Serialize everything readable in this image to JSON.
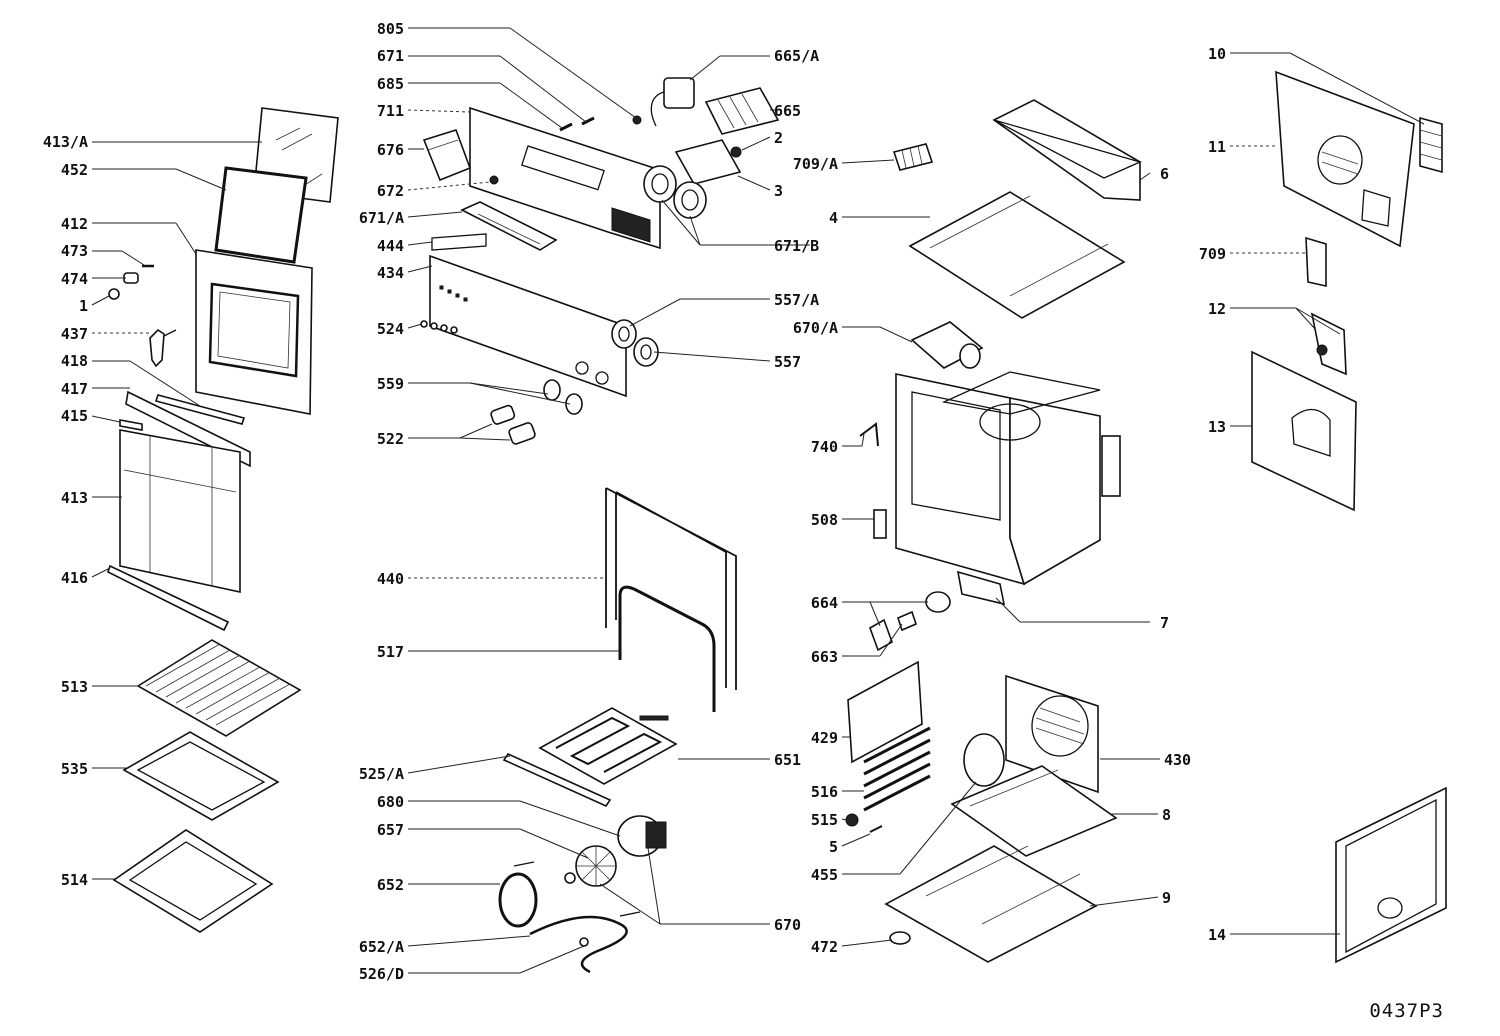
{
  "diagram_code": "0437P3",
  "labels": {
    "l413a": "413/A",
    "l452": "452",
    "l412": "412",
    "l473": "473",
    "l474": "474",
    "l1": "1",
    "l437": "437",
    "l418": "418",
    "l417": "417",
    "l415": "415",
    "l413": "413",
    "l416": "416",
    "l513": "513",
    "l535": "535",
    "l514": "514",
    "l805": "805",
    "l671": "671",
    "l685": "685",
    "l711": "711",
    "l676": "676",
    "l672": "672",
    "l671a": "671/A",
    "l444": "444",
    "l434": "434",
    "l524": "524",
    "l559": "559",
    "l522": "522",
    "l440": "440",
    "l517": "517",
    "l525a": "525/A",
    "l680": "680",
    "l657": "657",
    "l652": "652",
    "l652a": "652/A",
    "l526d": "526/D",
    "l665a": "665/A",
    "l665": "665",
    "l2": "2",
    "l3": "3",
    "l671b": "671/B",
    "l557a": "557/A",
    "l557": "557",
    "l651": "651",
    "l670": "670",
    "l709a": "709/A",
    "l6": "6",
    "l4": "4",
    "l670a": "670/A",
    "l740": "740",
    "l508": "508",
    "l7": "7",
    "l664": "664",
    "l663": "663",
    "l429": "429",
    "l430": "430",
    "l516": "516",
    "l515": "515",
    "l8": "8",
    "l5": "5",
    "l455": "455",
    "l9": "9",
    "l472": "472",
    "l10": "10",
    "l11": "11",
    "l709": "709",
    "l12": "12",
    "l13": "13",
    "l14": "14"
  }
}
